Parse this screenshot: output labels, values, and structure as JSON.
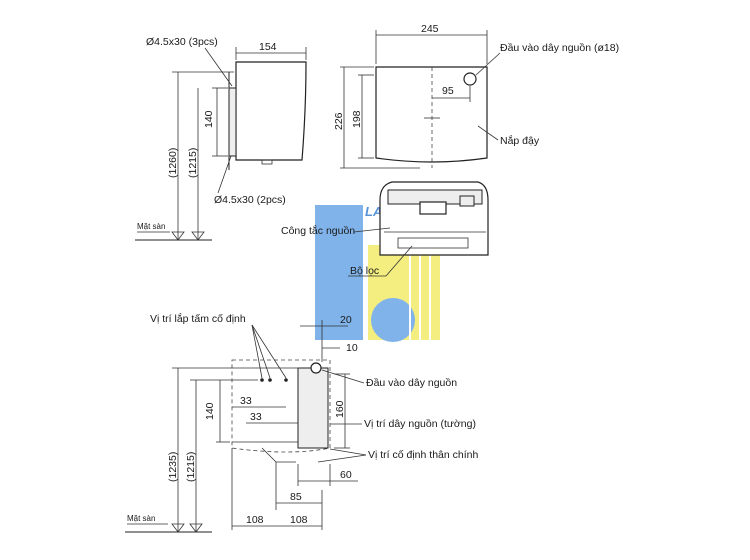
{
  "side_view": {
    "dim_top_width": "154",
    "screw_top": "Ø4.5x30 (3pcs)",
    "dim_140": "140",
    "dim_1260": "(1260)",
    "dim_1215": "(1215)",
    "screw_bottom": "Ø4.5x30 (2pcs)",
    "floor_label": "Mặt sàn"
  },
  "front_view": {
    "dim_width": "245",
    "dim_226": "226",
    "dim_198": "198",
    "dim_95": "95",
    "power_inlet_label": "Đầu vào dây nguồn (ø18)",
    "cover_label": "Nắp đậy"
  },
  "bottom_view": {
    "switch_label": "Công tắc nguồn",
    "filter_label": "Bộ lọc"
  },
  "mount_view": {
    "plate_position_label": "Vị trí lắp tấm cố định",
    "dim_20": "20",
    "dim_10": "10",
    "power_inlet_label": "Đầu vào dây nguồn",
    "dim_33_a": "33",
    "dim_33_b": "33",
    "dim_140": "140",
    "dim_160": "160",
    "wall_cable_label": "Vị trí dây nguồn (tường)",
    "dim_1235": "(1235)",
    "dim_1215": "(1215)",
    "body_fix_label": "Vị trí cố định thân chính",
    "dim_60": "60",
    "dim_85": "85",
    "dim_108_a": "108",
    "dim_108_b": "108",
    "floor_label": "Mặt sàn"
  },
  "watermark": {
    "text": "LAVAN",
    "colors": {
      "blue": "#6aa6e6",
      "yellow": "#f3ea6a",
      "text_blue": "#3b7fd0"
    }
  }
}
